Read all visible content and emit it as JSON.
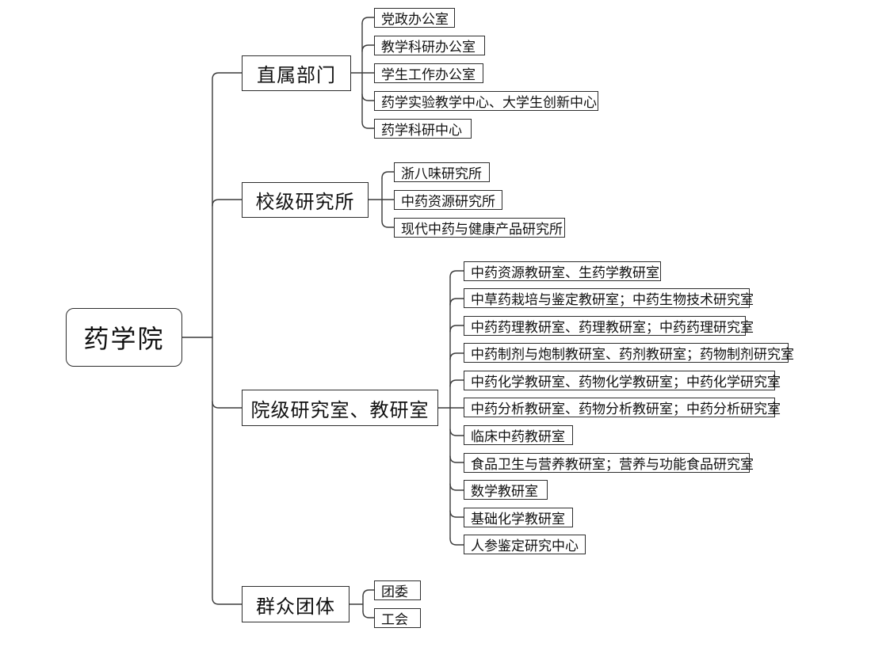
{
  "diagram": {
    "root": {
      "label": "药学院"
    },
    "branches": [
      {
        "label": "直属部门",
        "children": [
          {
            "label": "党政办公室"
          },
          {
            "label": "教学科研办公室"
          },
          {
            "label": "学生工作办公室"
          },
          {
            "label": "药学实验教学中心、大学生创新中心"
          },
          {
            "label": "药学科研中心"
          }
        ]
      },
      {
        "label": "校级研究所",
        "children": [
          {
            "label": "浙八味研究所"
          },
          {
            "label": "中药资源研究所"
          },
          {
            "label": "现代中药与健康产品研究所"
          }
        ]
      },
      {
        "label": "院级研究室、教研室",
        "children": [
          {
            "label": "中药资源教研室、生药学教研室"
          },
          {
            "label": "中草药栽培与鉴定教研室；中药生物技术研究室"
          },
          {
            "label": "中药药理教研室、药理教研室；中药药理研究室"
          },
          {
            "label": "中药制剂与炮制教研室、药剂教研室；药物制剂研究室"
          },
          {
            "label": "中药化学教研室、药物化学教研室；中药化学研究室"
          },
          {
            "label": "中药分析教研室、药物分析教研室；中药分析研究室"
          },
          {
            "label": "临床中药教研室"
          },
          {
            "label": "食品卫生与营养教研室；营养与功能食品研究室"
          },
          {
            "label": "数学教研室"
          },
          {
            "label": "基础化学教研室"
          },
          {
            "label": "人参鉴定研究中心"
          }
        ]
      },
      {
        "label": "群众团体",
        "children": [
          {
            "label": "团委"
          },
          {
            "label": "工会"
          }
        ]
      }
    ],
    "colors": {
      "line": "#3a3a3a",
      "border": "#2d2d2d",
      "background": "#ffffff",
      "text": "#111111"
    }
  }
}
